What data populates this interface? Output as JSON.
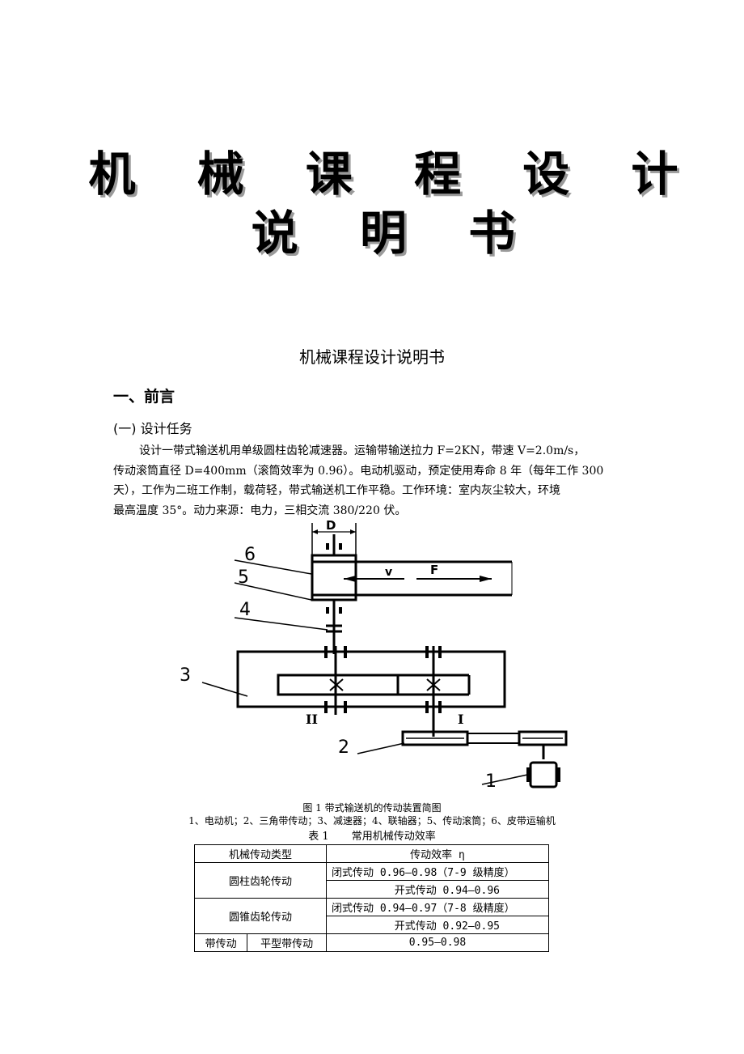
{
  "cover": {
    "title_line1": "机 械 课 程 设 计",
    "title_line2": "说 明 书"
  },
  "doc": {
    "subtitle": "机械课程设计说明书",
    "section1": "一、前言",
    "subsection1": "(一) 设计任务",
    "paragraph_lines": [
      "设计一带式输送机用单级圆柱齿轮减速器。运输带输送拉力 F=2KN，带速 V=2.0m/s，",
      "传动滚筒直径 D=400mm（滚筒效率为 0.96）。电动机驱动，预定使用寿命 8 年（每年工作 300",
      "天），工作为二班工作制，载荷轻，带式输送机工作平稳。工作环境：室内灰尘较大，环境",
      "最高温度 35°。动力来源：电力，三相交流 380/220 伏。"
    ]
  },
  "diagram": {
    "label_D": "D",
    "label_v": "v",
    "label_F": "F",
    "part_labels": [
      "1",
      "2",
      "3",
      "4",
      "5",
      "6"
    ],
    "shaft_II": "II",
    "shaft_I": "I"
  },
  "figure": {
    "caption": "图 1  带式输送机的传动装置简图",
    "legend": "1、电动机；2、三角带传动；3、减速器；4、联轴器；5、传动滚筒；6、皮带运输机"
  },
  "table": {
    "title_num": "表 1",
    "title_text": "常用机械传动效率",
    "header": [
      "机械传动类型",
      "传动效率 η"
    ],
    "rows": {
      "cyl": {
        "type": "圆柱齿轮传动",
        "closed": "闭式传动 0.96—0.98（7-9 级精度）",
        "open": "开式传动 0.94—0.96"
      },
      "bevel": {
        "type": "圆锥齿轮传动",
        "closed": "闭式传动 0.94—0.97（7-8 级精度）",
        "open": "开式传动 0.92—0.95"
      },
      "belt": {
        "type": "带传动",
        "subtype": "平型带传动",
        "value": "0.95—0.98"
      }
    }
  }
}
